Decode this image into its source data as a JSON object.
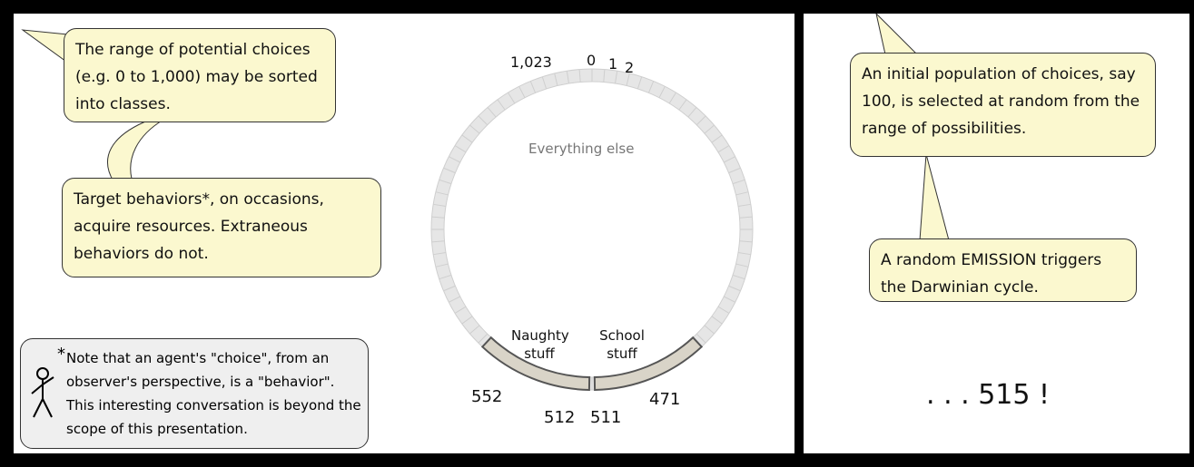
{
  "left_panel": {
    "bubble_range": "The range of potential choices (e.g. 0 to 1,000) may be sorted into classes.",
    "bubble_target": "Target behaviors*, on occasions, acquire resources. Extraneous behaviors do not.",
    "note": {
      "asterisk": "*",
      "text": "Note that an agent's \"choice\", from an observer's perspective, is a \"behavior\". This interesting conversation is beyond the scope of this presentation."
    },
    "ring": {
      "top_labels": [
        "1,023",
        "0",
        "1",
        "2"
      ],
      "everything_else": "Everything else",
      "naughty_label": "Naughty stuff",
      "school_label": "School stuff",
      "bottom_labels": {
        "left_outer": "552",
        "left_inner": "512",
        "right_inner": "511",
        "right_outer": "471"
      },
      "segment_colors": {
        "ring_fill": "#e6e6e6",
        "ring_line": "#cfcfcf",
        "highlight": "#d9d4c8"
      }
    }
  },
  "right_panel": {
    "bubble_population": "An initial population of choices, say 100, is selected at random from the range of possibilities.",
    "bubble_emission": "A random EMISSION triggers the Darwinian cycle.",
    "count": ". . . 515 !"
  }
}
